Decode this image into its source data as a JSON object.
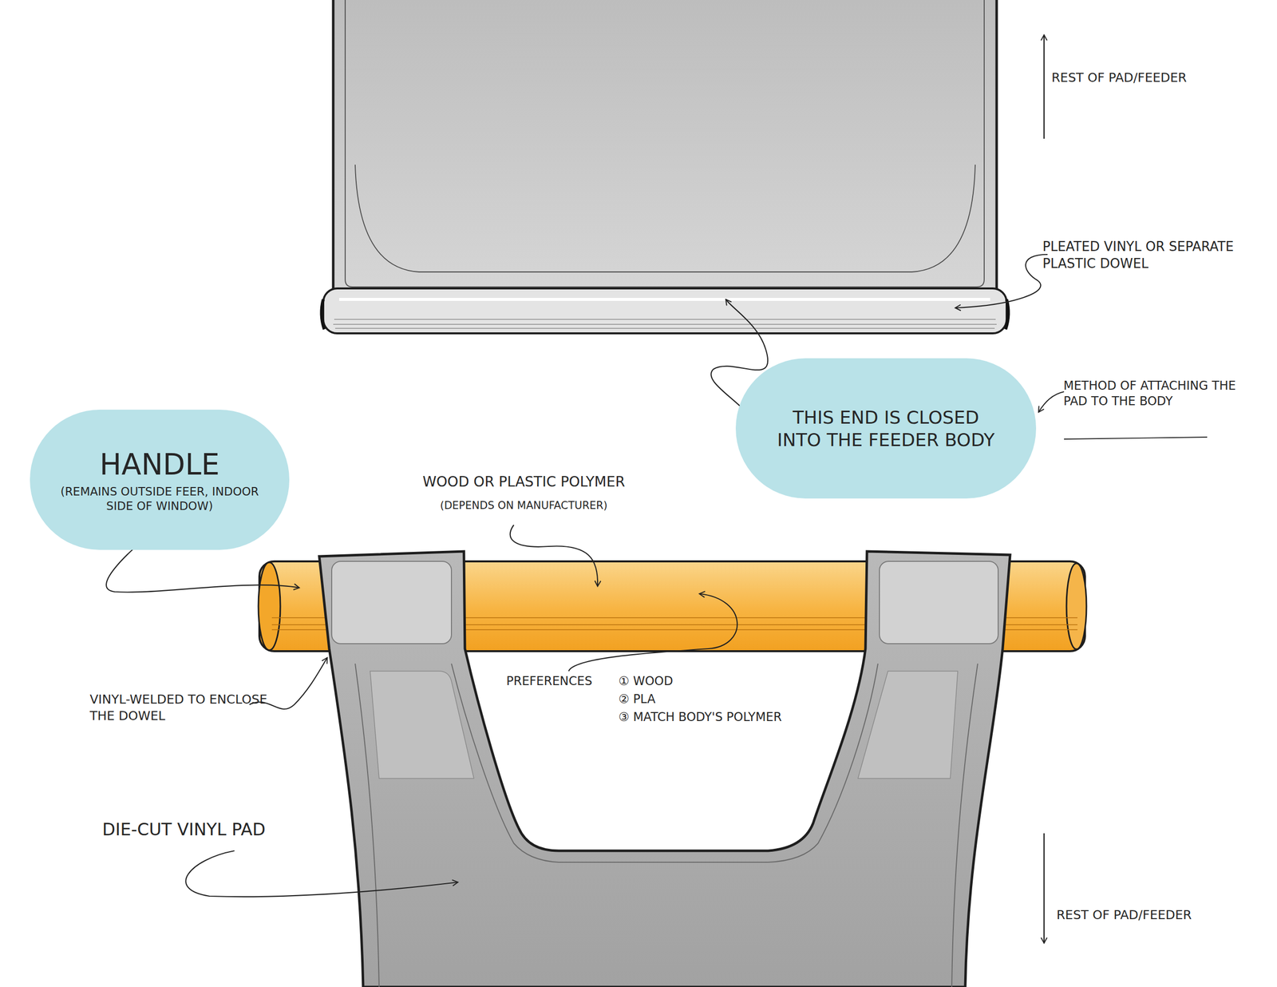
{
  "diagram": {
    "nodes": [
      {
        "text": [
          "THIS END IS CLOSED INTO THE FEEDER BODY"
        ]
      },
      {
        "text": [
          "HANDLE",
          "(REMAINS OUTSIDE FEER, INDOOR SIDE OF WINDOW)"
        ]
      }
    ],
    "labels": [
      "REST OF PAD/FEEDER",
      "PLEATED VINYL OR SEPARATE PLASTIC DOWEL",
      "METHOD OF ATTACHING THE PAD TO THE BODY",
      "WOOD OR PLASTIC POLYMER",
      "(DEPENDS ON MANUFACTURER)",
      "PREFERENCES",
      "① WOOD",
      "② PLA",
      "③ MATCH BODY'S POLYMER",
      "VINYL-WELDED TO ENCLOSE THE DOWEL",
      "DIE-CUT VINYL PAD",
      "REST OF PAD/FEEDER"
    ]
  }
}
